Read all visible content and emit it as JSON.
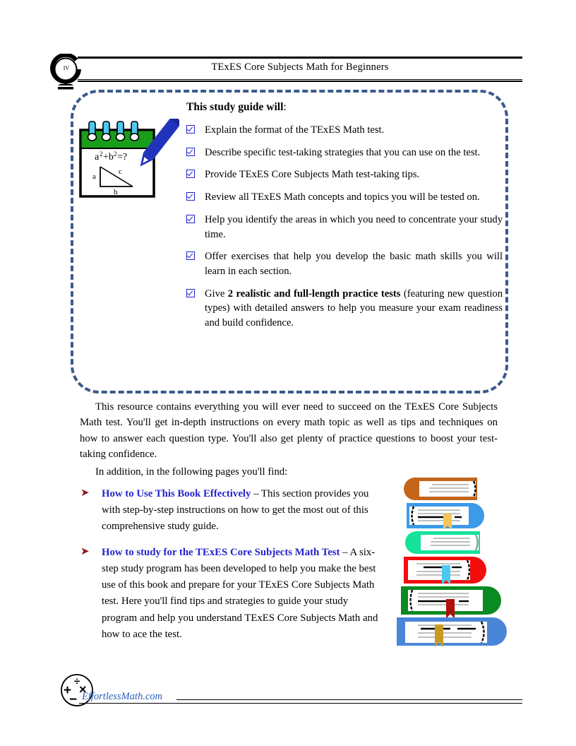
{
  "header": {
    "page_number": "iv",
    "title": "TExES Core Subjects Math for Beginners",
    "globe_icon": "globe-stand-icon"
  },
  "callout": {
    "heading_bold": "This study guide will",
    "heading_colon": ":",
    "checkbox_icon": "checked-checkbox-icon",
    "notepad": {
      "icon": "spiral-notepad-with-pencil-icon",
      "equation": "a²+b²=?",
      "triangle_labels": {
        "leg_a": "a",
        "leg_b": "b",
        "hypotenuse": "c"
      },
      "cover_color": "#1a9d1a",
      "pencil_color": "#2233bb",
      "spiral_color": "#4ec8f0"
    },
    "items": [
      {
        "text": "Explain the format of the TExES Math test."
      },
      {
        "text": "Describe specific test-taking strategies that you can use on the test."
      },
      {
        "text": "Provide TExES Core Subjects Math test-taking tips."
      },
      {
        "text": "Review all TExES Math concepts and topics you will be tested on."
      },
      {
        "text": "Help you identify the areas in which you need to concentrate your study time."
      },
      {
        "text": "Offer exercises that help you develop the basic math skills you will learn in each section."
      },
      {
        "pre": "Give ",
        "bold": "2 realistic and full-length practice tests",
        "post": " (featuring new question types) with detailed answers to help you measure your exam readiness and build confidence."
      }
    ],
    "border_color": "#3a5a8c"
  },
  "body": {
    "paragraph1": "This resource contains everything you will ever need to succeed on the TExES Core Subjects Math test. You'll get in-depth instructions on every math topic as well as tips and techniques on how to answer each question type. You'll also get plenty of practice questions to boost your test-taking confidence.",
    "paragraph2": "In addition, in the following pages you'll find:"
  },
  "arrow_list": {
    "bullet_icon": "arrow-bullet-icon",
    "bullet_glyph": "➤",
    "bullet_color": "#8b1a1a",
    "link_color": "#2424cc",
    "items": [
      {
        "link": "How to Use This Book Effectively",
        "rest": " – This section provides you with step-by-step instructions on how to get the most out of this comprehensive study guide."
      },
      {
        "link": "How to study for the TExES Core Subjects Math Test",
        "rest": " – A six-step study program has been developed to help you make the best use of this book and prepare for your TExES Core Subjects Math test. Here you'll find tips and strategies to guide your study program and help you understand TExES Core Subjects Math and how to ace the test."
      }
    ]
  },
  "books": {
    "icon": "stack-of-books-icon",
    "stack": [
      {
        "color": "#c4651a",
        "bookmark": null,
        "spine": "left"
      },
      {
        "color": "#3c9ae8",
        "bookmark": "#f5c556",
        "spine": "right"
      },
      {
        "color": "#15e39a",
        "bookmark": null,
        "spine": "left"
      },
      {
        "color": "#f40d0d",
        "bookmark": "#4ec8f0",
        "spine": "right"
      },
      {
        "color": "#0a8a22",
        "bookmark": "#b10e0e",
        "spine": "left"
      },
      {
        "color": "#4a86d8",
        "bookmark": "#c99a22",
        "spine": "right"
      }
    ]
  },
  "footer": {
    "logo_icon": "math-symbols-circle-logo",
    "logo_symbols": [
      "÷",
      "+",
      "×",
      "−"
    ],
    "site": "EffortlessMath.com",
    "site_color": "#2b5fba"
  }
}
